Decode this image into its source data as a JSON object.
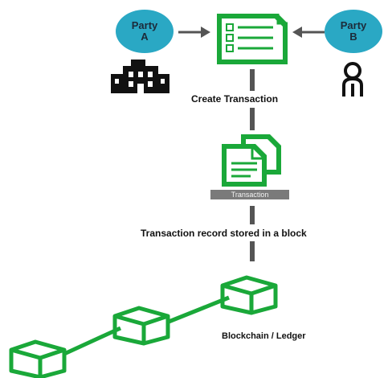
{
  "party_a": {
    "line1": "Party",
    "line2": "A"
  },
  "party_b": {
    "line1": "Party",
    "line2": "B"
  },
  "steps": {
    "create": "Create Transaction",
    "transaction_label": "Transaction",
    "stored": "Transaction record stored in a block",
    "ledger": "Blockchain / Ledger"
  },
  "colors": {
    "green": "#1aa839",
    "party_bubble": "#2aa8c4",
    "connector": "#555555",
    "label_bg": "#7a7a7a"
  },
  "icons": [
    "building-icon",
    "person-icon",
    "document-checklist-icon",
    "documents-icon",
    "block-icon"
  ]
}
